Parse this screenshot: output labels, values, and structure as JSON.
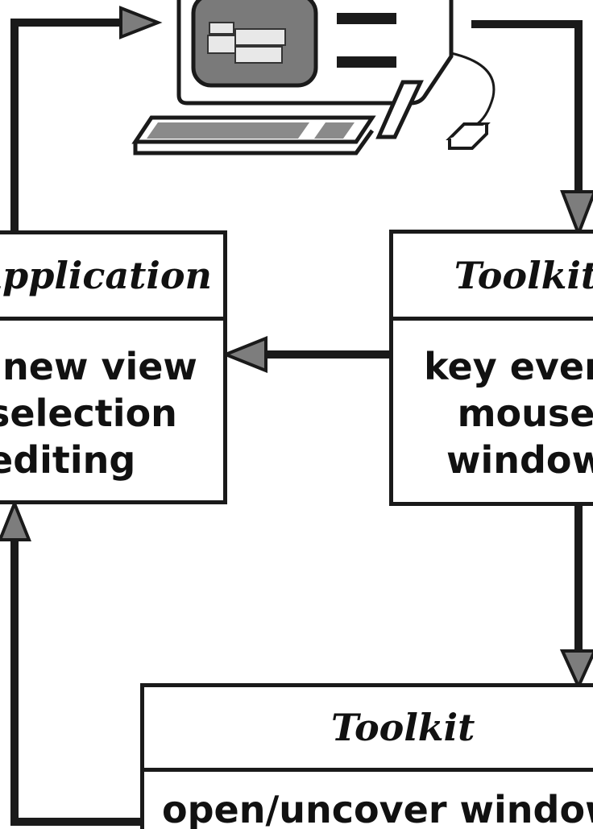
{
  "application_box": {
    "title": "Application",
    "lines": [
      "new view",
      "selection",
      "editing"
    ]
  },
  "toolkit_right_box": {
    "title": "Toolkit",
    "lines": [
      "key event",
      "mouse",
      "window"
    ]
  },
  "toolkit_bottom_box": {
    "title": "Toolkit",
    "lines": [
      "open/uncover window"
    ]
  },
  "colors": {
    "ink": "#1a1a1a",
    "paper": "#ffffff",
    "screen_grey": "#7a7a7a"
  }
}
